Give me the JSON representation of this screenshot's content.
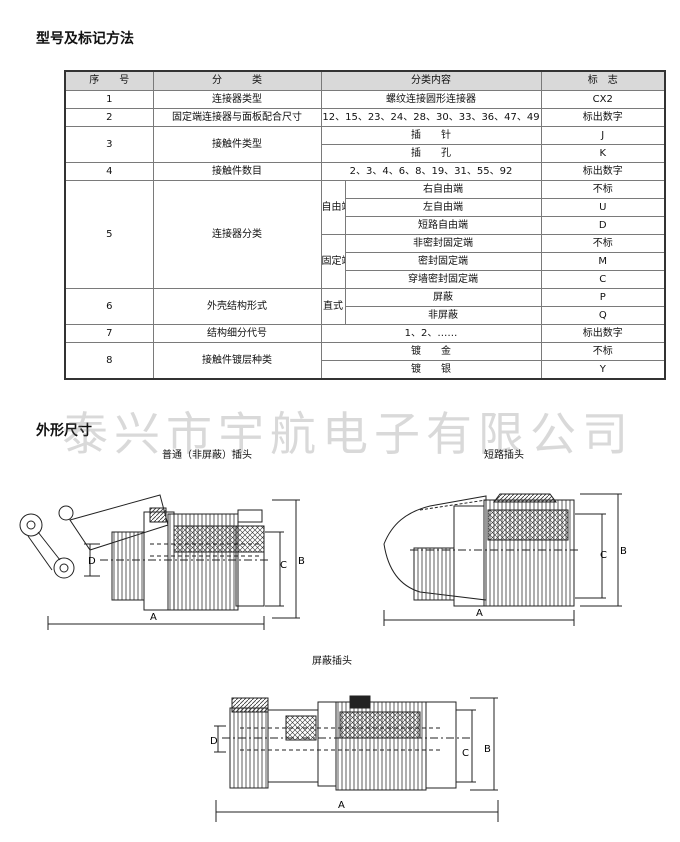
{
  "sections": {
    "marking_title": "型号及标记方法",
    "dimensions_title": "外形尺寸"
  },
  "table": {
    "headers": {
      "no": "序　　号",
      "category": "分　　　类",
      "content": "分类内容",
      "mark": "标　志"
    },
    "rows": [
      {
        "no": "1",
        "category": "连接器类型",
        "content": "螺纹连接圆形连接器",
        "mark": "CX2"
      },
      {
        "no": "2",
        "category": "固定端连接器与面板配合尺寸",
        "content": "12、15、23、24、28、30、33、36、47、49",
        "mark": "标出数字"
      },
      {
        "no": "3",
        "category": "接触件类型",
        "content_a": "插　　针",
        "mark_a": "J",
        "content_b": "插　　孔",
        "mark_b": "K"
      },
      {
        "no": "4",
        "category": "接触件数目",
        "content": "2、3、4、6、8、19、31、55、92",
        "mark": "标出数字"
      },
      {
        "no": "5",
        "category": "连接器分类",
        "free_group": "自由端",
        "free": [
          {
            "content": "右自由端",
            "mark": "不标"
          },
          {
            "content": "左自由端",
            "mark": "U"
          },
          {
            "content": "短路自由端",
            "mark": "D"
          }
        ],
        "fixed_group": "固定端",
        "fixed": [
          {
            "content": "非密封固定端",
            "mark": "不标"
          },
          {
            "content": "密封固定端",
            "mark": "M"
          },
          {
            "content": "穿墙密封固定端",
            "mark": "C"
          }
        ]
      },
      {
        "no": "6",
        "category": "外壳结构形式",
        "group": "直式",
        "items": [
          {
            "content": "屏蔽",
            "mark": "P"
          },
          {
            "content": "非屏蔽",
            "mark": "Q"
          }
        ]
      },
      {
        "no": "7",
        "category": "结构细分代号",
        "content": "1、2、……",
        "mark": "标出数字"
      },
      {
        "no": "8",
        "category": "接触件镀层种类",
        "items": [
          {
            "content": "镀　　金",
            "mark": "不标"
          },
          {
            "content": "镀　　银",
            "mark": "Y"
          }
        ]
      }
    ]
  },
  "watermark": "泰兴市宇航电子有限公司",
  "drawings": {
    "plug_normal": "普通（非屏蔽）插头",
    "plug_short": "短路插头",
    "plug_shield": "屏蔽插头",
    "dim_labels": {
      "a": "A",
      "b": "B",
      "c": "C",
      "d": "D"
    }
  },
  "colors": {
    "header_bg": "#d9d9d9",
    "border": "#7a7a7a",
    "ink": "#111111"
  }
}
